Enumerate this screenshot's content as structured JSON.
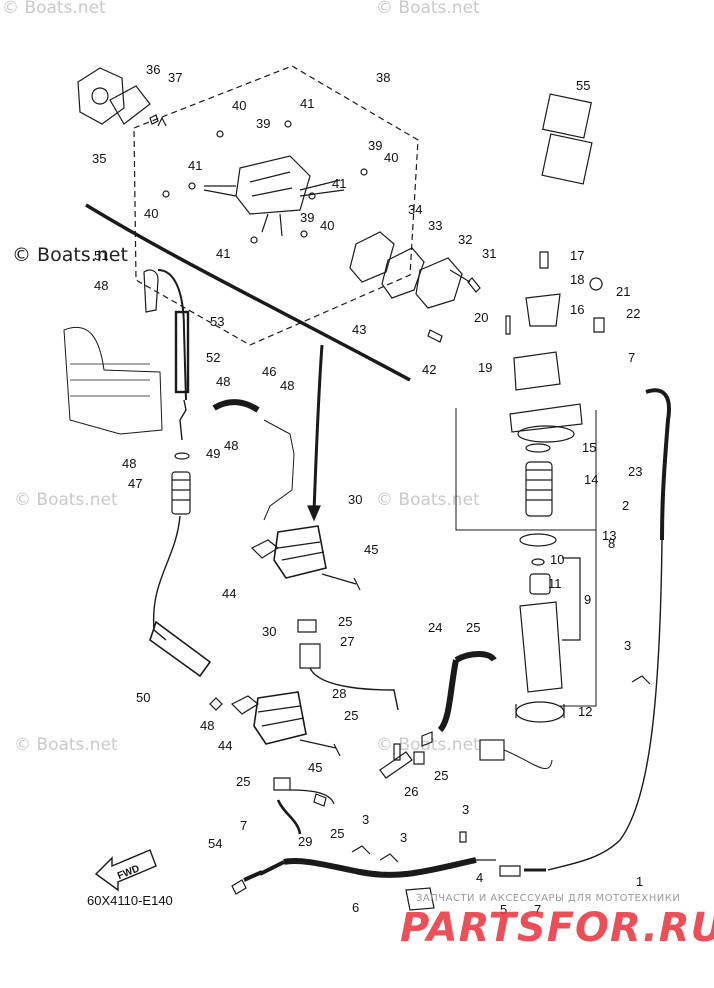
{
  "watermarks": {
    "boats_net": "© Boats.net",
    "boats_net_prominent": "© Boats.net"
  },
  "diagram": {
    "code": "60X4110-E140",
    "fwd_label": "FWD",
    "brand": "PARTSFOR.RU",
    "brand_subtitle": "ЗАПЧАСТИ И АКСЕССУАРЫ ДЛЯ МОТОТЕХНИКИ",
    "part_numbers": [
      "1",
      "2",
      "3",
      "3",
      "3",
      "3",
      "4",
      "5",
      "6",
      "7",
      "7",
      "7",
      "8",
      "9",
      "10",
      "11",
      "12",
      "13",
      "14",
      "15",
      "16",
      "17",
      "18",
      "19",
      "20",
      "21",
      "22",
      "23",
      "24",
      "25",
      "25",
      "25",
      "25",
      "25",
      "25",
      "26",
      "27",
      "28",
      "29",
      "30",
      "30",
      "31",
      "32",
      "33",
      "34",
      "35",
      "36",
      "37",
      "38",
      "39",
      "39",
      "39",
      "40",
      "40",
      "40",
      "40",
      "41",
      "41",
      "41",
      "41",
      "42",
      "43",
      "44",
      "44",
      "45",
      "45",
      "46",
      "47",
      "48",
      "48",
      "48",
      "48",
      "48",
      "48",
      "49",
      "50",
      "51",
      "52",
      "53",
      "54",
      "55"
    ]
  },
  "colors": {
    "line": "#1a1a1a",
    "watermark": "#c9c9c9",
    "brand": "#e8323c"
  }
}
